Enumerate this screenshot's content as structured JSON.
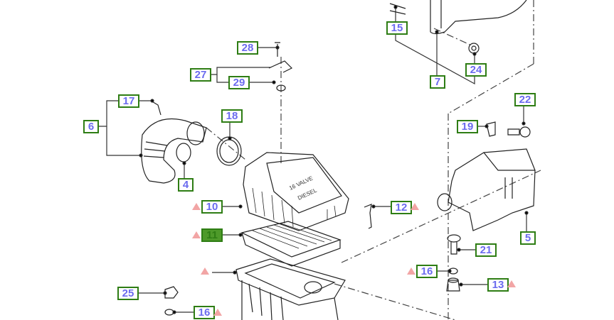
{
  "diagram": {
    "callouts": [
      {
        "id": "28",
        "selected": false
      },
      {
        "id": "27",
        "selected": false
      },
      {
        "id": "29",
        "selected": false
      },
      {
        "id": "17",
        "selected": false
      },
      {
        "id": "18",
        "selected": false
      },
      {
        "id": "6",
        "selected": false
      },
      {
        "id": "4",
        "selected": false
      },
      {
        "id": "10",
        "selected": false
      },
      {
        "id": "11",
        "selected": true
      },
      {
        "id": "12",
        "selected": false
      },
      {
        "id": "25",
        "selected": false
      },
      {
        "id": "16",
        "selected": false
      },
      {
        "id": "15",
        "selected": false
      },
      {
        "id": "7",
        "selected": false
      },
      {
        "id": "24",
        "selected": false
      },
      {
        "id": "22",
        "selected": false
      },
      {
        "id": "19",
        "selected": false
      },
      {
        "id": "5",
        "selected": false
      },
      {
        "id": "21",
        "selected": false
      },
      {
        "id": "16",
        "selected": false
      },
      {
        "id": "13",
        "selected": false
      }
    ],
    "cover_text": [
      "16 VALVE",
      "DIESEL"
    ],
    "colors": {
      "callout_border": "#2e7d14",
      "callout_text": "#6b6bef",
      "selected_fill": "#4e9a2a",
      "warning": "#f2a5a5"
    }
  }
}
